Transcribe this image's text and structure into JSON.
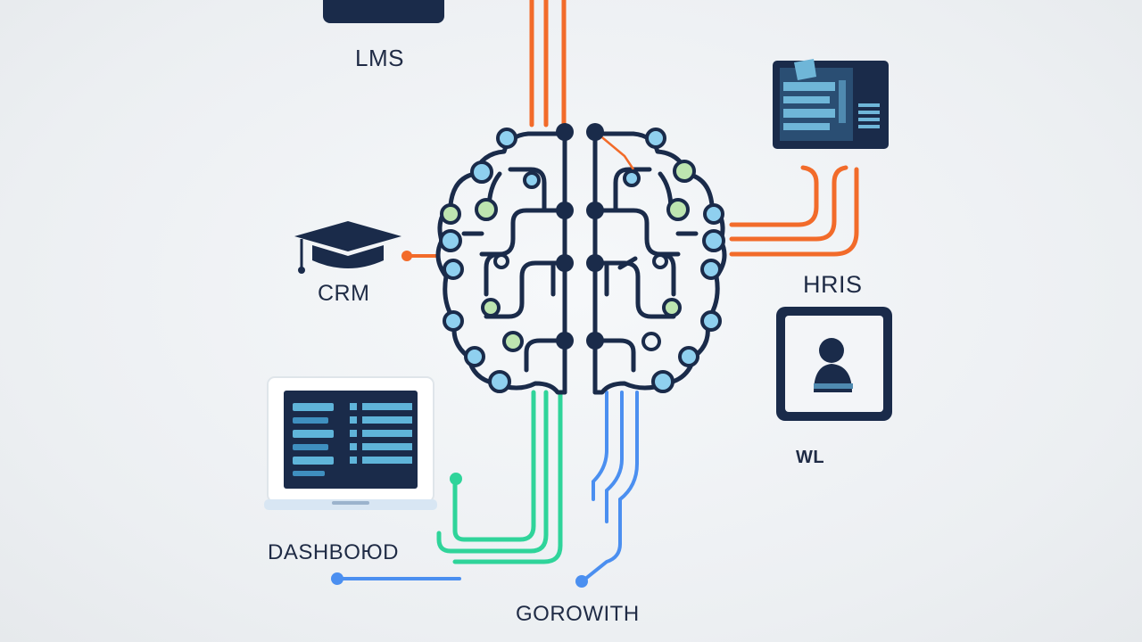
{
  "labels": {
    "lms": "LMS",
    "crm": "CRM",
    "hris": "HRIS",
    "dashboard": "DASHBOЮD",
    "growth": "GOROWITH",
    "small": "WL"
  },
  "icons": {
    "monitor_top": "monitor-icon",
    "graduation": "graduation-cap-icon",
    "laptop": "laptop-icon",
    "server": "server-rack-icon",
    "user": "user-profile-icon",
    "brain": "brain-circuit-icon"
  },
  "colors": {
    "navy": "#1a2b4a",
    "orange": "#f26b2a",
    "green": "#2fd49a",
    "blue": "#4b8ff0",
    "node_blue": "#8fd0ef",
    "node_green": "#bde5b0"
  }
}
